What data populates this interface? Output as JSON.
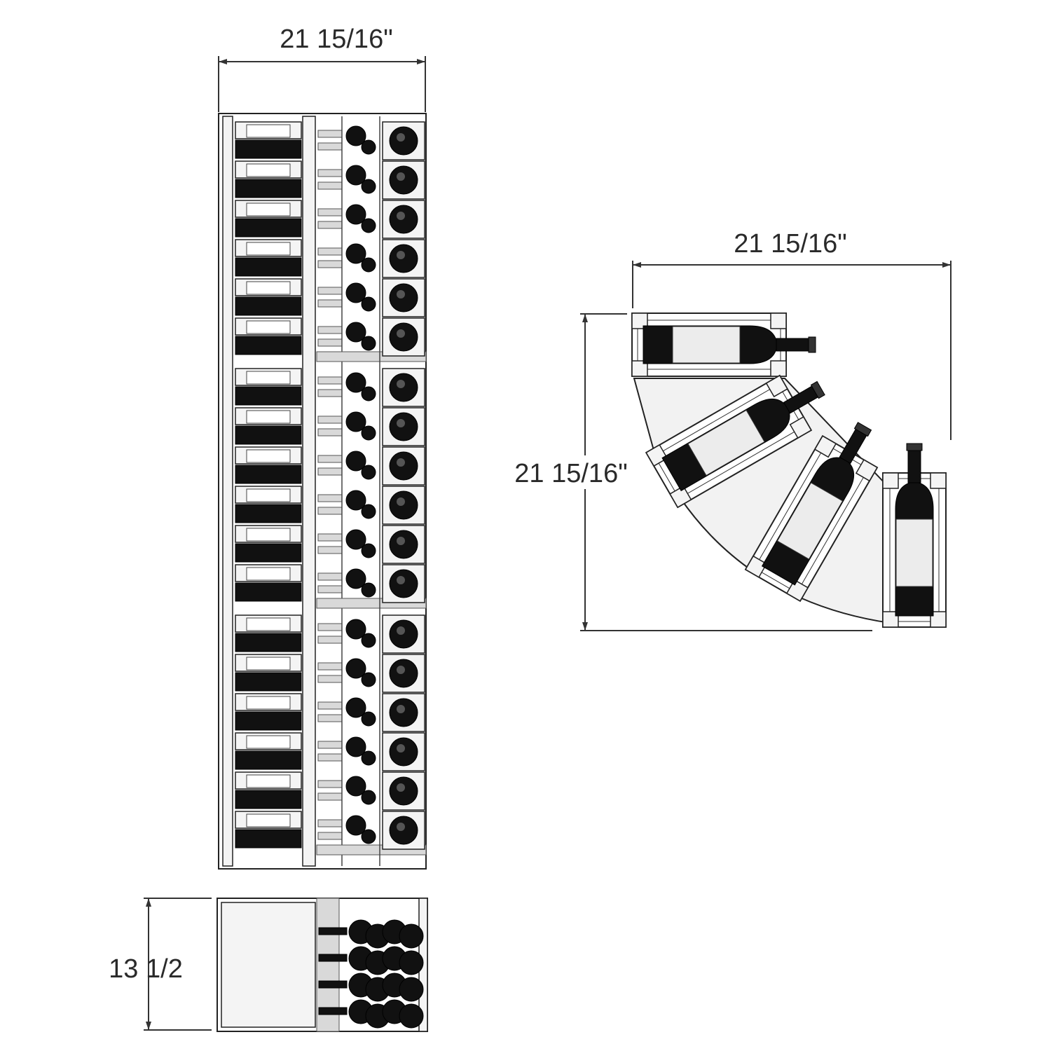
{
  "dimensions": {
    "front_width": "21 15/16\"",
    "plan_width": "21 15/16\"",
    "plan_depth": "21 15/16\"",
    "side_depth": "13 1/2"
  },
  "colors": {
    "line": "#222222",
    "bottle": "#111111",
    "wood": "#f4f4f4",
    "background": "#ffffff"
  },
  "front_view": {
    "modules": 3,
    "rows_per_module": 6
  },
  "plan_view": {
    "bottle_positions": 4
  },
  "side_view": {
    "visible_bottles": 16
  }
}
